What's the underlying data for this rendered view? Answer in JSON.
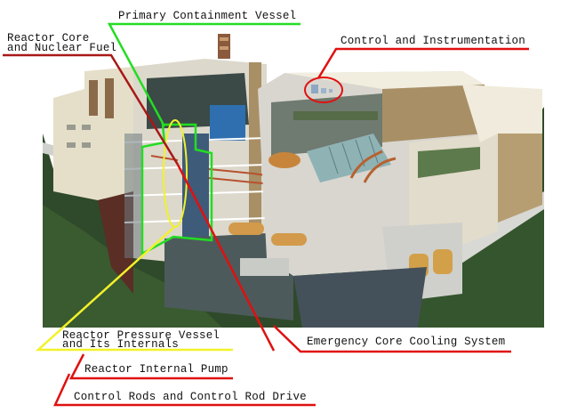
{
  "diagram": {
    "title": "Nuclear power plant cutaway (ABWR) with component labels",
    "colors": {
      "green_leader": "#22dd22",
      "red_leader": "#e01010",
      "dark_red_leader": "#a81818",
      "yellow_leader": "#f2f22a",
      "ground": "#2f4a2a",
      "concrete": "#e9e4d3",
      "wall_tan": "#b79e72",
      "pool_blue": "#2f6fb0"
    },
    "labels": {
      "primary_containment": "Primary Containment Vessel",
      "reactor_core_line1": "Reactor Core",
      "reactor_core_line2": "and Nuclear Fuel",
      "control_instrumentation": "Control and Instrumentation",
      "rpv_line1": "Reactor Pressure Vessel",
      "rpv_line2": "and Its Internals",
      "eccs": "Emergency Core Cooling System",
      "internal_pump": "Reactor Internal Pump",
      "control_rods": "Control Rods and Control Rod Drive"
    }
  }
}
